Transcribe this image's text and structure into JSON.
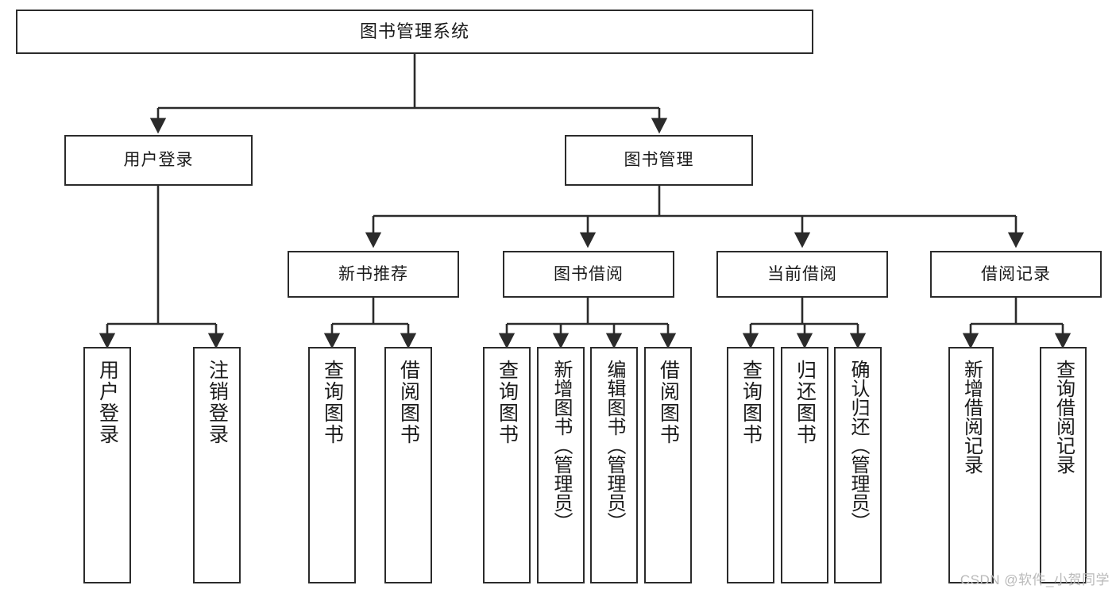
{
  "diagram": {
    "title": "图书管理系统",
    "type": "tree-hierarchy-chart",
    "orientation": "top-down",
    "colors": {
      "background": "#ffffff",
      "node_border": "#2b2b2b",
      "node_fill": "#ffffff",
      "edge": "#2b2b2b",
      "text": "#1a1a1a",
      "watermark": "#b9b9b9"
    }
  },
  "root": {
    "label": "图书管理系统"
  },
  "level1": [
    {
      "label": "用户登录"
    },
    {
      "label": "图书管理"
    }
  ],
  "level2": [
    {
      "label": "新书推荐"
    },
    {
      "label": "图书借阅"
    },
    {
      "label": "当前借阅"
    },
    {
      "label": "借阅记录"
    }
  ],
  "leaves": {
    "user_login": [
      {
        "label": "用户登录"
      },
      {
        "label": "注销登录"
      }
    ],
    "new_book_recommend": [
      {
        "label": "查询图书"
      },
      {
        "label": "借阅图书"
      }
    ],
    "book_borrow": [
      {
        "label": "查询图书"
      },
      {
        "label": "新增图书（管理员）"
      },
      {
        "label": "编辑图书（管理员）"
      },
      {
        "label": "借阅图书"
      }
    ],
    "current_borrow": [
      {
        "label": "查询图书"
      },
      {
        "label": "归还图书"
      },
      {
        "label": "确认归还（管理员）"
      }
    ],
    "borrow_record": [
      {
        "label": "新增借阅记录"
      },
      {
        "label": "查询借阅记录"
      }
    ]
  },
  "watermark": {
    "text": "CSDN @软件_小贺同学"
  }
}
